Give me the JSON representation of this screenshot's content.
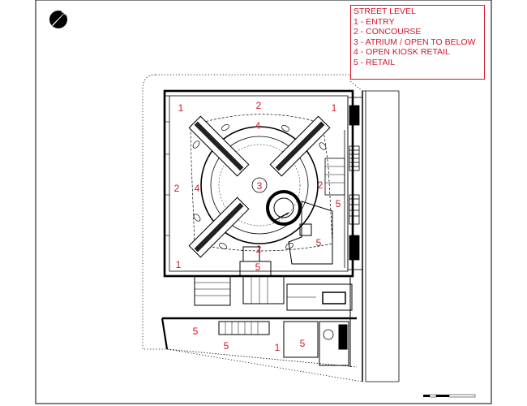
{
  "legend": {
    "title": "STREET LEVEL",
    "items": [
      "1 - ENTRY",
      "2 - CONCOURSE",
      "3 - ATRIUM / OPEN TO BELOW",
      "4 - OPEN KIOSK RETAIL",
      "5 - RETAIL"
    ]
  },
  "labels": [
    {
      "id": "entry-nw",
      "text": "1"
    },
    {
      "id": "entry-ne",
      "text": "1"
    },
    {
      "id": "entry-sw",
      "text": "1"
    },
    {
      "id": "entry-s",
      "text": "1"
    },
    {
      "id": "concourse-n",
      "text": "2"
    },
    {
      "id": "concourse-w",
      "text": "2"
    },
    {
      "id": "concourse-e",
      "text": "2"
    },
    {
      "id": "concourse-s",
      "text": "2"
    },
    {
      "id": "atrium",
      "text": "3"
    },
    {
      "id": "kiosk-n",
      "text": "4"
    },
    {
      "id": "kiosk-w",
      "text": "4"
    },
    {
      "id": "retail-e1",
      "text": "5"
    },
    {
      "id": "retail-e2",
      "text": "5"
    },
    {
      "id": "retail-s-center",
      "text": "5"
    },
    {
      "id": "retail-sw",
      "text": "5"
    },
    {
      "id": "retail-s",
      "text": "5"
    },
    {
      "id": "retail-se",
      "text": "5"
    }
  ],
  "colors": {
    "label": "#d3162a",
    "line": "#000000"
  },
  "icons": {
    "north": "north-arrow-icon"
  }
}
